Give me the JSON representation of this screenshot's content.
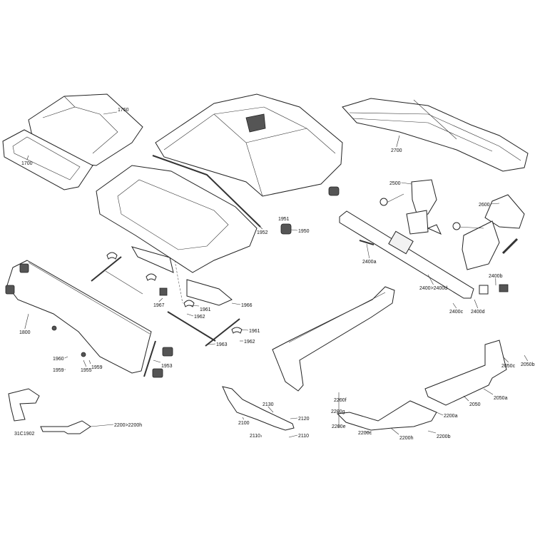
{
  "diagram": {
    "reference_code": "31C1902",
    "callouts": [
      "1760",
      "1700",
      "2700",
      "2500",
      "2600",
      "1951",
      "1952",
      "1950",
      "2400a",
      "2400>2400d",
      "2400b",
      "2400c",
      "2400d",
      "1967",
      "1961",
      "1962",
      "1966",
      "1961",
      "1962",
      "1963",
      "1800",
      "1960",
      "1959",
      "1955",
      "1959",
      "1953",
      "2050c",
      "2050b",
      "2050a",
      "2050",
      "2200f",
      "2200g",
      "2200e",
      "2200a",
      "2200c",
      "2200h",
      "2200b",
      "2130",
      "2120",
      "2100",
      "2110",
      "2110",
      "2200>2200h"
    ]
  }
}
